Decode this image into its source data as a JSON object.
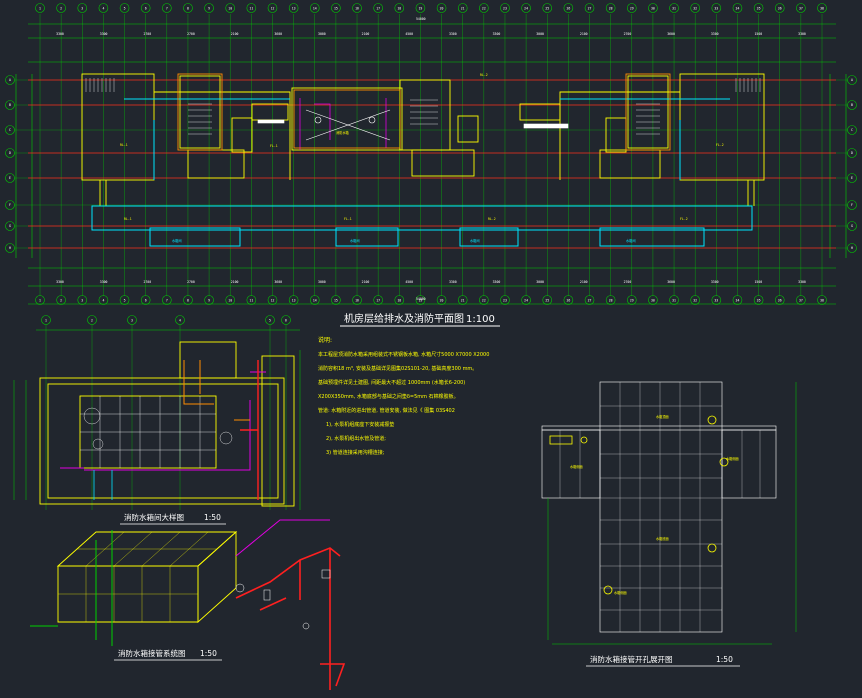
{
  "colors": {
    "background": "#21262e",
    "grid_green": "#00d000",
    "wall_yellow": "#ffff00",
    "axis_red": "#ff2020",
    "pipe_cyan": "#00e5ff",
    "pipe_magenta": "#e000e0",
    "text_white": "#ffffff",
    "accent_orange": "#ff8c00"
  },
  "drawings": {
    "plan_title": "机房层给排水及消防平面图",
    "plan_scale": "1:100",
    "tank_room_title": "消防水箱间大样图",
    "tank_room_scale": "1:50",
    "pipe_system_title": "消防水箱接管系统图",
    "pipe_system_scale": "1:50",
    "hole_layout_title": "消防水箱接管开孔展开图",
    "hole_layout_scale": "1:50"
  },
  "notes": {
    "heading": "说明:",
    "lines": [
      "本工程屋顶消防水箱采用组装式不锈钢板水箱, 水箱尺寸5000 X7000 X2000",
      "消防容积18 m³, 安装及基础详见图集02S101-20, 基础高度300 mm。",
      "基础预埋件详见土建图, 间距最大不超过 1000mm (水箱长6-200)",
      "X200X350mm, 水箱底部与基础之间垫δ=5mm 石棉橡胶板。",
      "管道: 水箱附近的进出管道, 管道安装, 做法见《 图集 03S402",
      "1), 水泵机组底座下安装减振垫",
      "2), 水泵机组出水管及管道;",
      "3) 管道连接采用沟槽连接;"
    ]
  },
  "plan_labels": {
    "tank_label": "消防水箱",
    "room_label": "水箱间",
    "roof_label_1": "RL-1",
    "roof_label_2": "FL-1",
    "roof_label_3": "RL-2",
    "roof_label_4": "FL-2",
    "dim_total": "54000",
    "hole_1": "水箱顶面",
    "hole_2": "水箱侧面",
    "hole_3": "水箱底面",
    "hole_4": "水箱侧面",
    "hole_5": "水箱侧面"
  },
  "grid_numbers_top": [
    "1",
    "2",
    "3",
    "4",
    "5",
    "6",
    "7",
    "8",
    "9",
    "10",
    "11",
    "12",
    "13",
    "14",
    "15",
    "16",
    "17",
    "18",
    "19",
    "20",
    "21",
    "22",
    "23",
    "24",
    "25",
    "26",
    "27",
    "28",
    "29",
    "30",
    "31",
    "32",
    "33",
    "34",
    "35",
    "36",
    "37",
    "38"
  ],
  "grid_numbers_bottom": [
    "1",
    "2",
    "3",
    "4",
    "5",
    "6",
    "7",
    "8",
    "9",
    "10",
    "11",
    "12",
    "13",
    "14",
    "15",
    "16",
    "17",
    "18",
    "19",
    "20",
    "21",
    "22",
    "23",
    "24",
    "25",
    "26",
    "27",
    "28",
    "29",
    "30",
    "31",
    "32",
    "33",
    "34",
    "35",
    "36",
    "37",
    "38"
  ],
  "grid_letters_side": [
    "A",
    "B",
    "C",
    "D",
    "E",
    "F",
    "G",
    "H"
  ],
  "tank_grid_numbers": [
    "1",
    "2",
    "3",
    "4",
    "5",
    "6"
  ],
  "dim_values": [
    "3300",
    "3300",
    "2700",
    "2700",
    "2100",
    "3600",
    "3000",
    "2100",
    "4500",
    "3300",
    "3300",
    "3000",
    "2100",
    "2700",
    "3600",
    "3300",
    "1500",
    "3300"
  ]
}
